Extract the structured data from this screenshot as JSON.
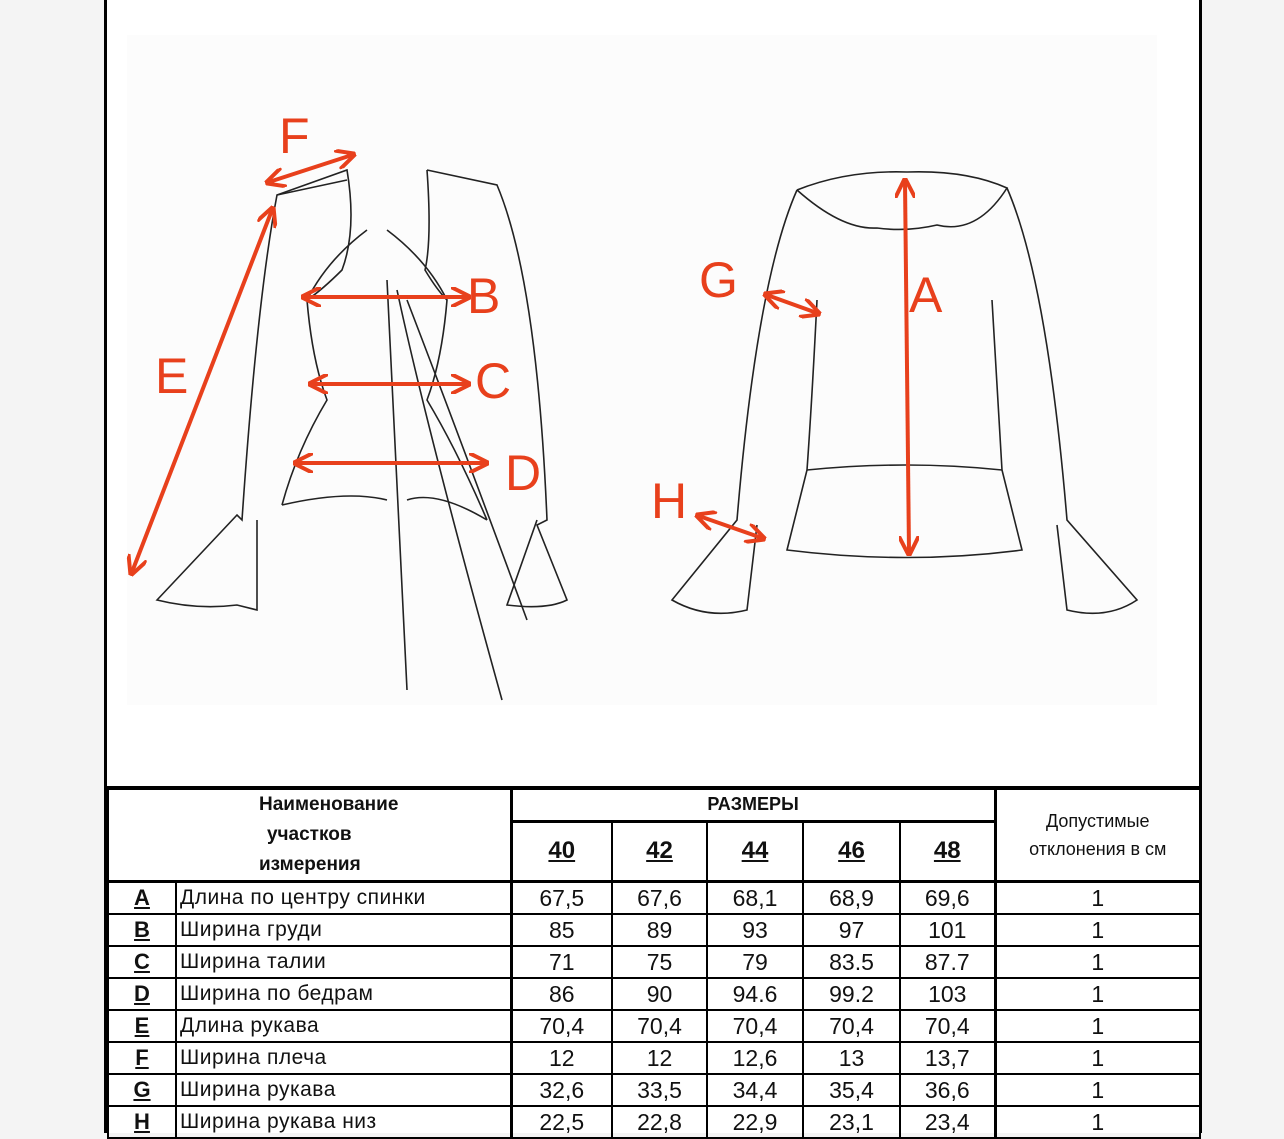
{
  "diagram": {
    "labels": {
      "A": "A",
      "B": "B",
      "C": "C",
      "D": "D",
      "E": "E",
      "F": "F",
      "G": "G",
      "H": "H"
    },
    "arrow_color": "#e8401c"
  },
  "table": {
    "name_header": "Наименование участков измерения",
    "sizes_header": "РАЗМЕРЫ",
    "tolerance_header": "Допустимые отклонения в см",
    "sizes": [
      "40",
      "42",
      "44",
      "46",
      "48"
    ],
    "rows": [
      {
        "letter": "A",
        "name": "Длина по центру спинки",
        "values": [
          "67,5",
          "67,6",
          "68,1",
          "68,9",
          "69,6"
        ],
        "tolerance": "1"
      },
      {
        "letter": "B",
        "name": "Ширина груди",
        "values": [
          "85",
          "89",
          "93",
          "97",
          "101"
        ],
        "tolerance": "1"
      },
      {
        "letter": "C",
        "name": "Ширина талии",
        "values": [
          "71",
          "75",
          "79",
          "83.5",
          "87.7"
        ],
        "tolerance": "1"
      },
      {
        "letter": "D",
        "name": "Ширина по бедрам",
        "values": [
          "86",
          "90",
          "94.6",
          "99.2",
          "103"
        ],
        "tolerance": "1"
      },
      {
        "letter": "E",
        "name": "Длина рукава",
        "values": [
          "70,4",
          "70,4",
          "70,4",
          "70,4",
          "70,4"
        ],
        "tolerance": "1"
      },
      {
        "letter": "F",
        "name": "Ширина плеча",
        "values": [
          "12",
          "12",
          "12,6",
          "13",
          "13,7"
        ],
        "tolerance": "1"
      },
      {
        "letter": "G",
        "name": "Ширина рукава",
        "values": [
          "32,6",
          "33,5",
          "34,4",
          "35,4",
          "36,6"
        ],
        "tolerance": "1"
      },
      {
        "letter": "H",
        "name": "Ширина рукава низ",
        "values": [
          "22,5",
          "22,8",
          "22,9",
          "23,1",
          "23,4"
        ],
        "tolerance": "1"
      }
    ]
  }
}
